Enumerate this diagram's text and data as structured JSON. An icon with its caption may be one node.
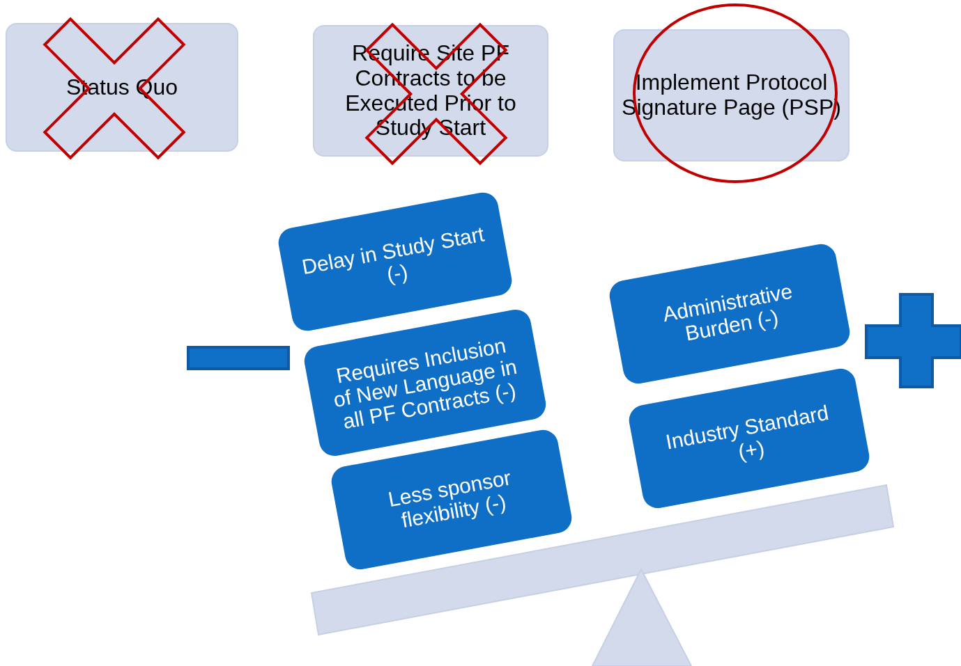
{
  "diagram": {
    "nodes": [
      {
        "text": [
          "Status Quo"
        ]
      },
      {
        "text": [
          "Require Site PF Contracts to be Executed Prior to Study Start"
        ]
      },
      {
        "text": [
          "Implement Protocol Signature Page (PSP)"
        ]
      },
      {
        "text": [
          "Delay in Study Start (-)"
        ]
      },
      {
        "text": [
          "Requires Inclusion of New Language in all PF Contracts (-)"
        ]
      },
      {
        "text": [
          "Less sponsor flexibility (-)"
        ]
      },
      {
        "text": [
          "Administrative Burden (-)"
        ]
      },
      {
        "text": [
          "Industry Standard (+)"
        ]
      }
    ]
  }
}
